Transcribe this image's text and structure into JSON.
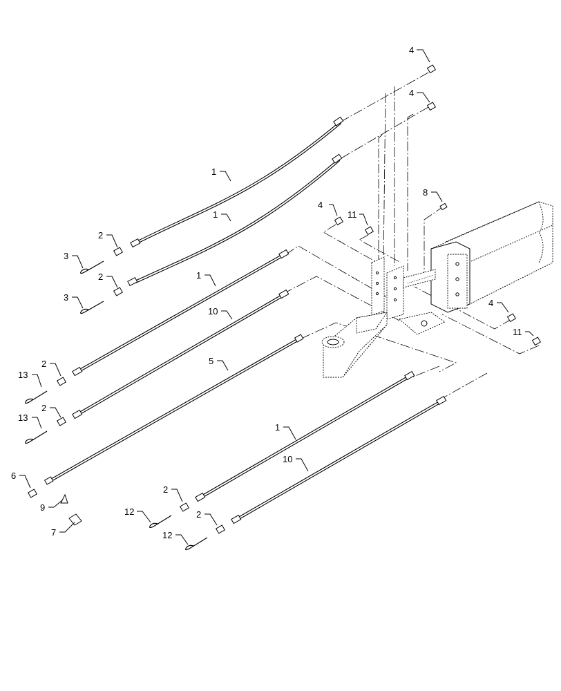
{
  "callouts": {
    "c1a": "1",
    "c1b": "1",
    "c1c": "1",
    "c1d": "1",
    "c2a": "2",
    "c2b": "2",
    "c2c": "2",
    "c2d": "2",
    "c2e": "2",
    "c2f": "2",
    "c3a": "3",
    "c3b": "3",
    "c4a": "4",
    "c4b": "4",
    "c4c": "4",
    "c4d": "4",
    "c5": "5",
    "c6": "6",
    "c7": "7",
    "c8": "8",
    "c9": "9",
    "c10a": "10",
    "c10b": "10",
    "c11a": "11",
    "c11b": "11",
    "c12a": "12",
    "c12b": "12",
    "c13a": "13",
    "c13b": "13"
  }
}
